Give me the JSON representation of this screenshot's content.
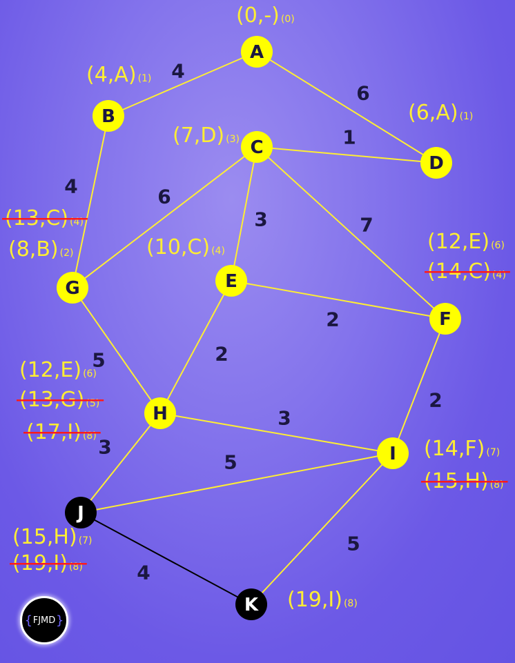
{
  "colors": {
    "node_visited": "#ffff00",
    "node_unvisited": "#000000",
    "edge_visited": "#ffee33",
    "edge_unvisited": "#000000",
    "strike": "#ff1a1a",
    "label_on_yellow": "#1b1740",
    "label_on_black": "#ffffff"
  },
  "nodes": [
    {
      "id": "A",
      "label": "A",
      "visited": true
    },
    {
      "id": "B",
      "label": "B",
      "visited": true
    },
    {
      "id": "C",
      "label": "C",
      "visited": true
    },
    {
      "id": "D",
      "label": "D",
      "visited": true
    },
    {
      "id": "E",
      "label": "E",
      "visited": true
    },
    {
      "id": "F",
      "label": "F",
      "visited": true
    },
    {
      "id": "G",
      "label": "G",
      "visited": true
    },
    {
      "id": "H",
      "label": "H",
      "visited": true
    },
    {
      "id": "I",
      "label": "I",
      "visited": true
    },
    {
      "id": "J",
      "label": "J",
      "visited": false
    },
    {
      "id": "K",
      "label": "K",
      "visited": false
    }
  ],
  "edges": [
    {
      "from": "A",
      "to": "B",
      "weight": "4",
      "visited": true
    },
    {
      "from": "A",
      "to": "D",
      "weight": "6",
      "visited": true
    },
    {
      "from": "C",
      "to": "D",
      "weight": "1",
      "visited": true
    },
    {
      "from": "B",
      "to": "G",
      "weight": "4",
      "visited": true
    },
    {
      "from": "C",
      "to": "G",
      "weight": "6",
      "visited": true
    },
    {
      "from": "C",
      "to": "E",
      "weight": "3",
      "visited": true
    },
    {
      "from": "C",
      "to": "F",
      "weight": "7",
      "visited": true
    },
    {
      "from": "E",
      "to": "F",
      "weight": "2",
      "visited": true
    },
    {
      "from": "G",
      "to": "H",
      "weight": "5",
      "visited": true
    },
    {
      "from": "E",
      "to": "H",
      "weight": "2",
      "visited": true
    },
    {
      "from": "F",
      "to": "I",
      "weight": "2",
      "visited": true
    },
    {
      "from": "H",
      "to": "I",
      "weight": "3",
      "visited": true
    },
    {
      "from": "H",
      "to": "J",
      "weight": "3",
      "visited": true
    },
    {
      "from": "J",
      "to": "I",
      "weight": "5",
      "visited": true
    },
    {
      "from": "I",
      "to": "K",
      "weight": "5",
      "visited": true
    },
    {
      "from": "J",
      "to": "K",
      "weight": "4",
      "visited": false
    }
  ],
  "annotations": [
    {
      "node": "A",
      "main": "(0,-)",
      "sub": "(0)",
      "struck": false
    },
    {
      "node": "B",
      "main": "(4,A)",
      "sub": "(1)",
      "struck": false
    },
    {
      "node": "D",
      "main": "(6,A)",
      "sub": "(1)",
      "struck": false
    },
    {
      "node": "C",
      "main": "(7,D)",
      "sub": "(3)",
      "struck": false
    },
    {
      "node": "G",
      "main": "(13,C)",
      "sub": "(4)",
      "struck": true
    },
    {
      "node": "G",
      "main": "(8,B)",
      "sub": "(2)",
      "struck": false
    },
    {
      "node": "E",
      "main": "(10,C)",
      "sub": "(4)",
      "struck": false
    },
    {
      "node": "F",
      "main": "(12,E)",
      "sub": "(6)",
      "struck": false
    },
    {
      "node": "F",
      "main": "(14,C)",
      "sub": "(4)",
      "struck": true
    },
    {
      "node": "H",
      "main": "(12,E)",
      "sub": "(6)",
      "struck": false
    },
    {
      "node": "H",
      "main": "(13,G)",
      "sub": "(5)",
      "struck": true
    },
    {
      "node": "H",
      "main": "(17,I)",
      "sub": "(8)",
      "struck": true
    },
    {
      "node": "I",
      "main": "(14,F)",
      "sub": "(7)",
      "struck": false
    },
    {
      "node": "I",
      "main": "(15,H)",
      "sub": "(8)",
      "struck": true
    },
    {
      "node": "J",
      "main": "(15,H)",
      "sub": "(7)",
      "struck": false
    },
    {
      "node": "J",
      "main": "(19,I)",
      "sub": "(8)",
      "struck": true
    },
    {
      "node": "K",
      "main": "(19,I)",
      "sub": "(8)",
      "struck": false
    }
  ],
  "logo": {
    "text": "FJMD",
    "brace_open": "{",
    "brace_close": "}"
  }
}
